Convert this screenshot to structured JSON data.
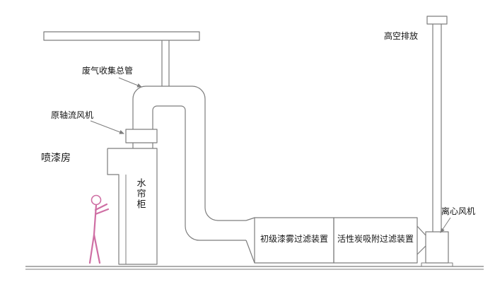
{
  "colors": {
    "bg": "#ffffff",
    "line": "#7d7d7d",
    "text": "#141414",
    "person": "#cf6fa4"
  },
  "diagram": {
    "type": "paint-booth-exhaust-treatment-schematic",
    "labels": {
      "exhaust_main": "废气收集总管",
      "axial_fan": "原轴流风机",
      "spray_room": "喷漆房",
      "water_curtain": "水帘柜",
      "primary_filter": "初级漆雾过滤装置",
      "carbon_filter": "活性炭吸附过滤装置",
      "centrifugal_fan": "离心风机",
      "discharge": "高空排放"
    }
  }
}
